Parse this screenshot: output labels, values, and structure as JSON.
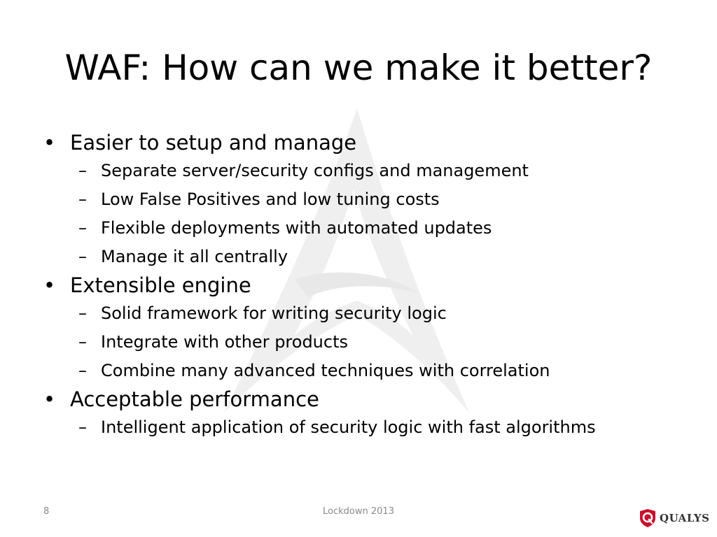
{
  "slide": {
    "title": "WAF: How can we make it better?",
    "bullet_marker": "•",
    "sub_marker": "–",
    "sections": [
      {
        "text": "Easier to setup and manage",
        "items": [
          "Separate server/security configs and management",
          "Low False Positives and low tuning costs",
          "Flexible deployments with automated updates",
          "Manage it all centrally"
        ]
      },
      {
        "text": "Extensible engine",
        "items": [
          "Solid framework for writing security logic",
          "Integrate with other products",
          "Combine many advanced techniques with correlation"
        ]
      },
      {
        "text": "Acceptable performance",
        "items": [
          "Intelligent application of security logic with fast algorithms"
        ]
      }
    ]
  },
  "footer": {
    "page_number": "8",
    "center_text": "Lockdown 2013",
    "logo_text": "QUALYS",
    "logo_mark": "Q",
    "logo_color": "#c8102e"
  },
  "background": {
    "watermark_icon": "starfleet-delta-icon",
    "watermark_color": "#f0f0f0"
  }
}
